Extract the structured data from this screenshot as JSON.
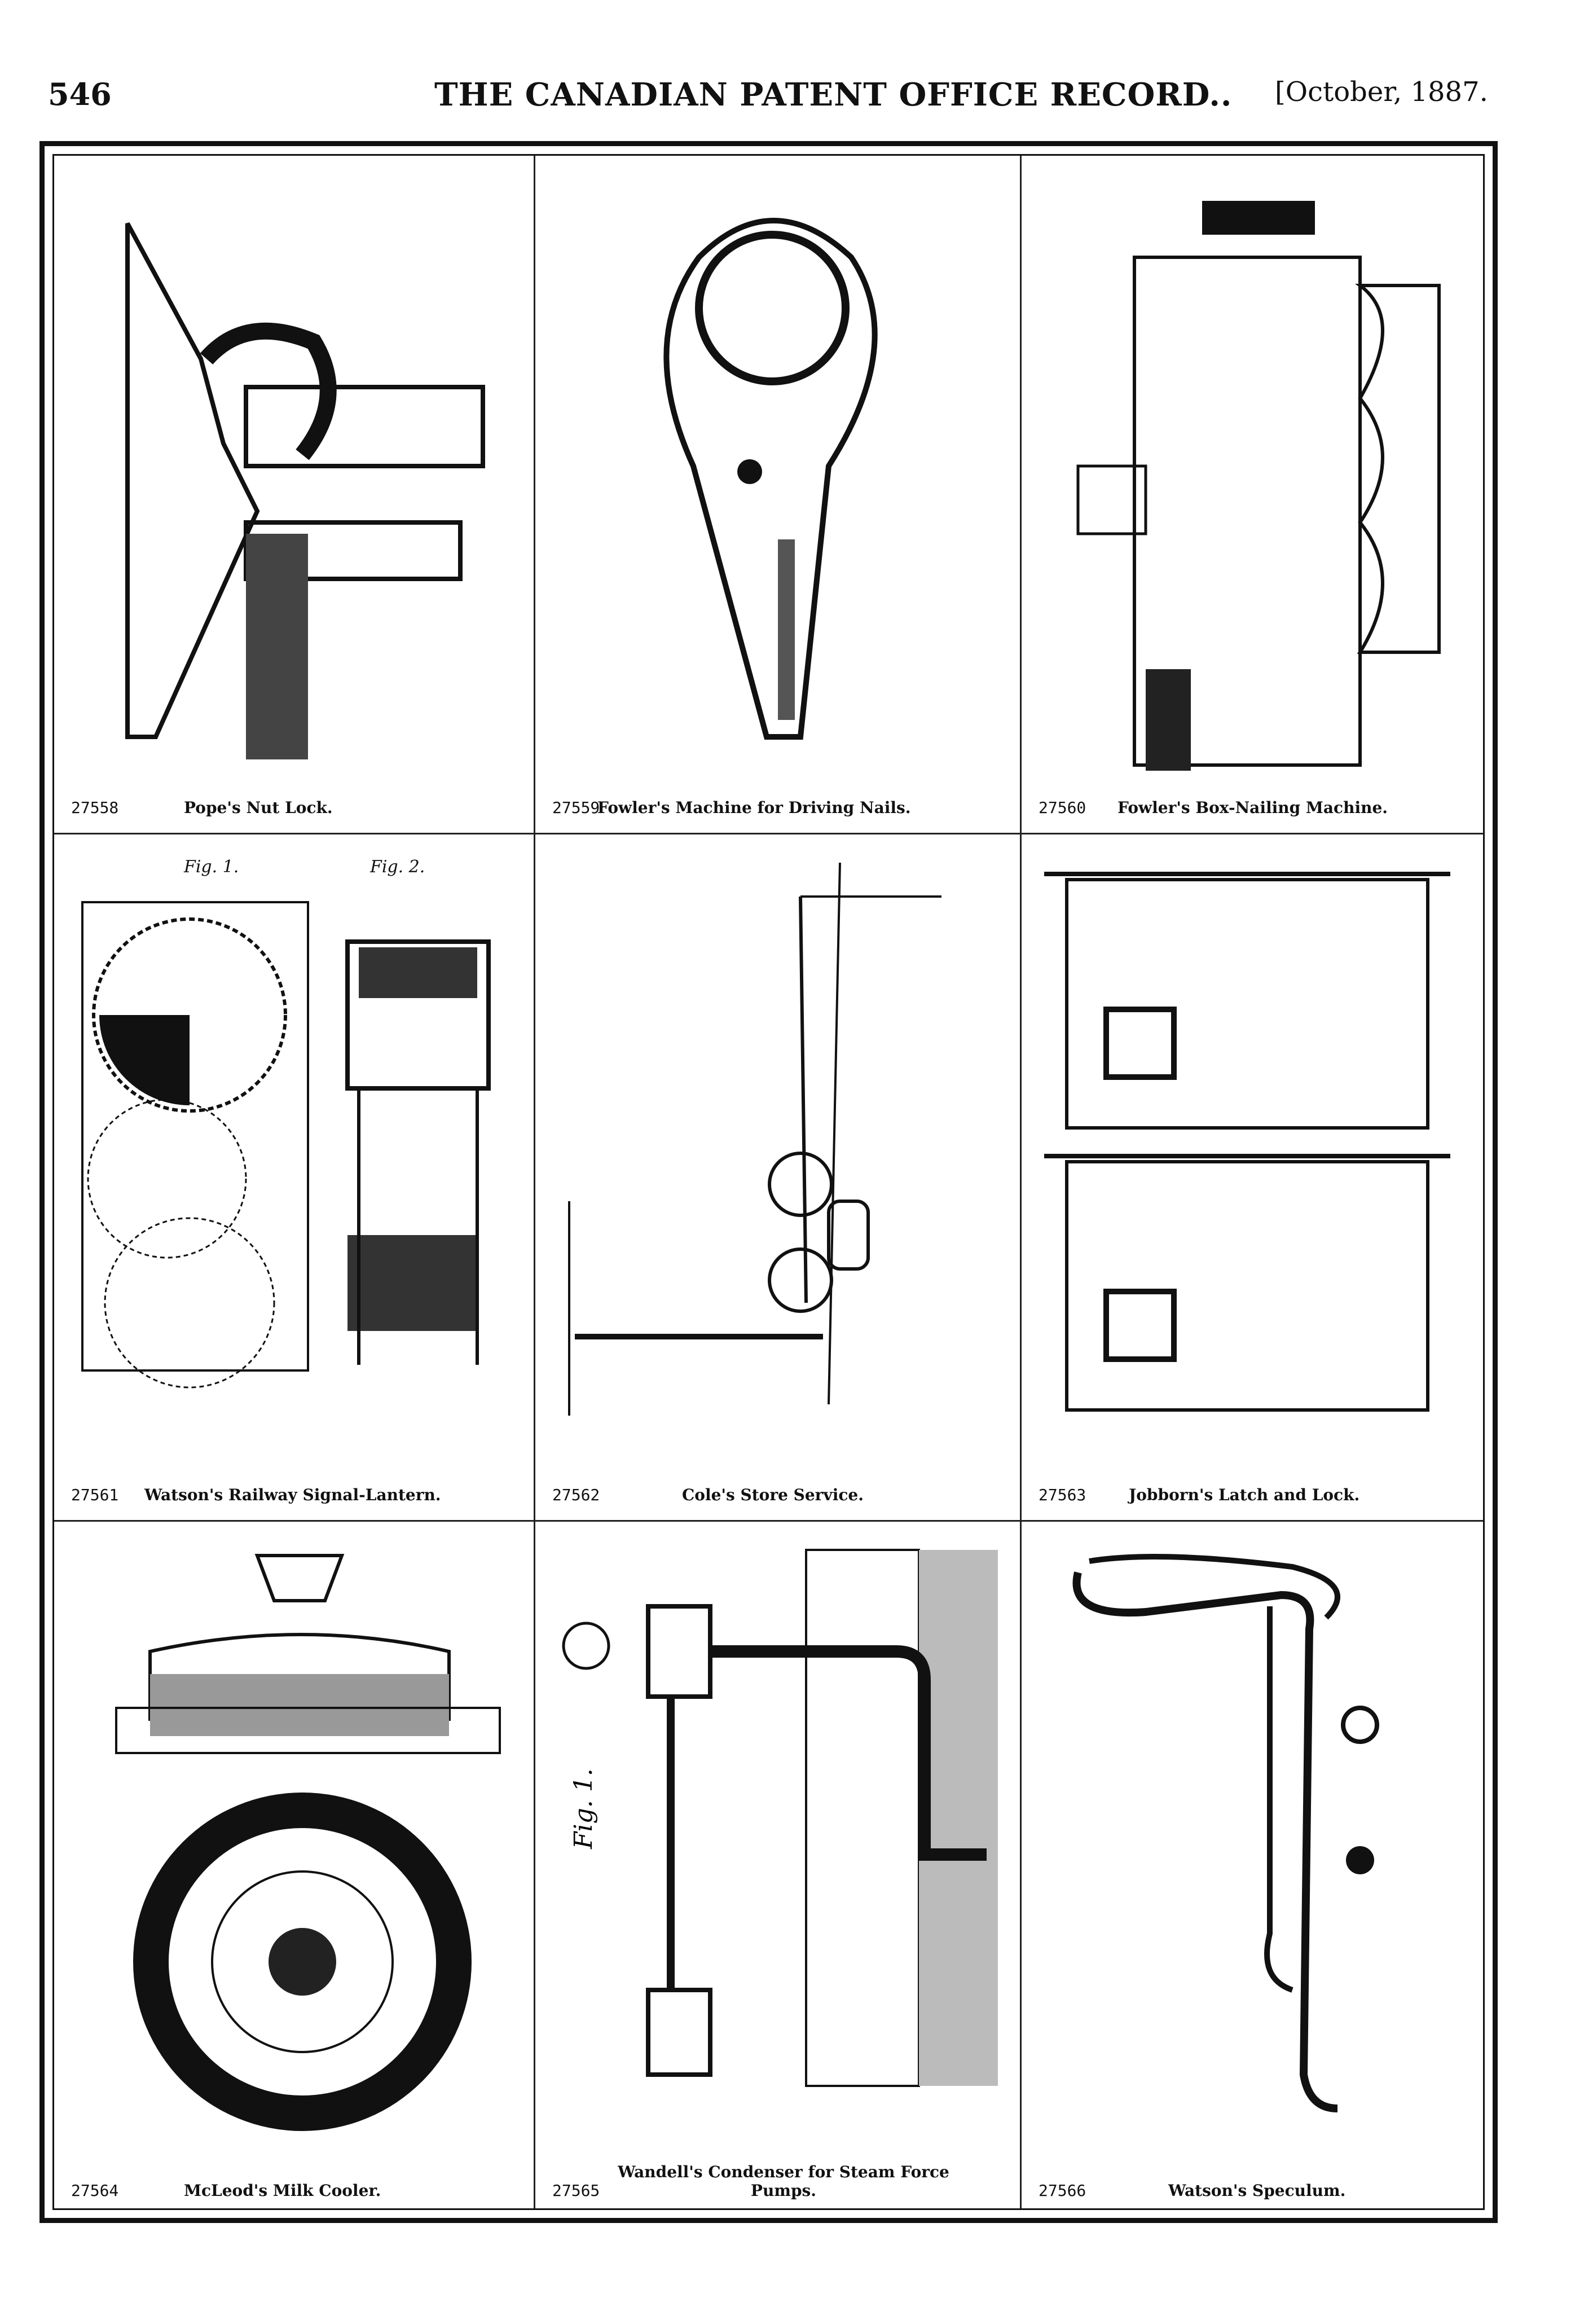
{
  "header": {
    "page_number": "546",
    "title": "THE CANADIAN PATENT OFFICE RECORD..",
    "date": "[October, 1887."
  },
  "patents": [
    {
      "number": "27558",
      "name": "Pope's Nut Lock."
    },
    {
      "number": "27559",
      "name": "Fowler's Machine for Driving Nails."
    },
    {
      "number": "27560",
      "name": "Fowler's Box-Nailing Machine."
    },
    {
      "number": "27561",
      "name": "Watson's Railway Signal-Lantern."
    },
    {
      "number": "27562",
      "name": "Cole's Store Service."
    },
    {
      "number": "27563",
      "name": "Jobborn's Latch and Lock."
    },
    {
      "number": "27564",
      "name": "McLeod's Milk Cooler."
    },
    {
      "number": "27565",
      "name": "Wandell's Condenser for Steam Force Pumps."
    },
    {
      "number": "27566",
      "name": "Watson's Speculum."
    }
  ],
  "figure_labels": {
    "fig1": "Fig. 1.",
    "fig2": "Fig. 2."
  }
}
